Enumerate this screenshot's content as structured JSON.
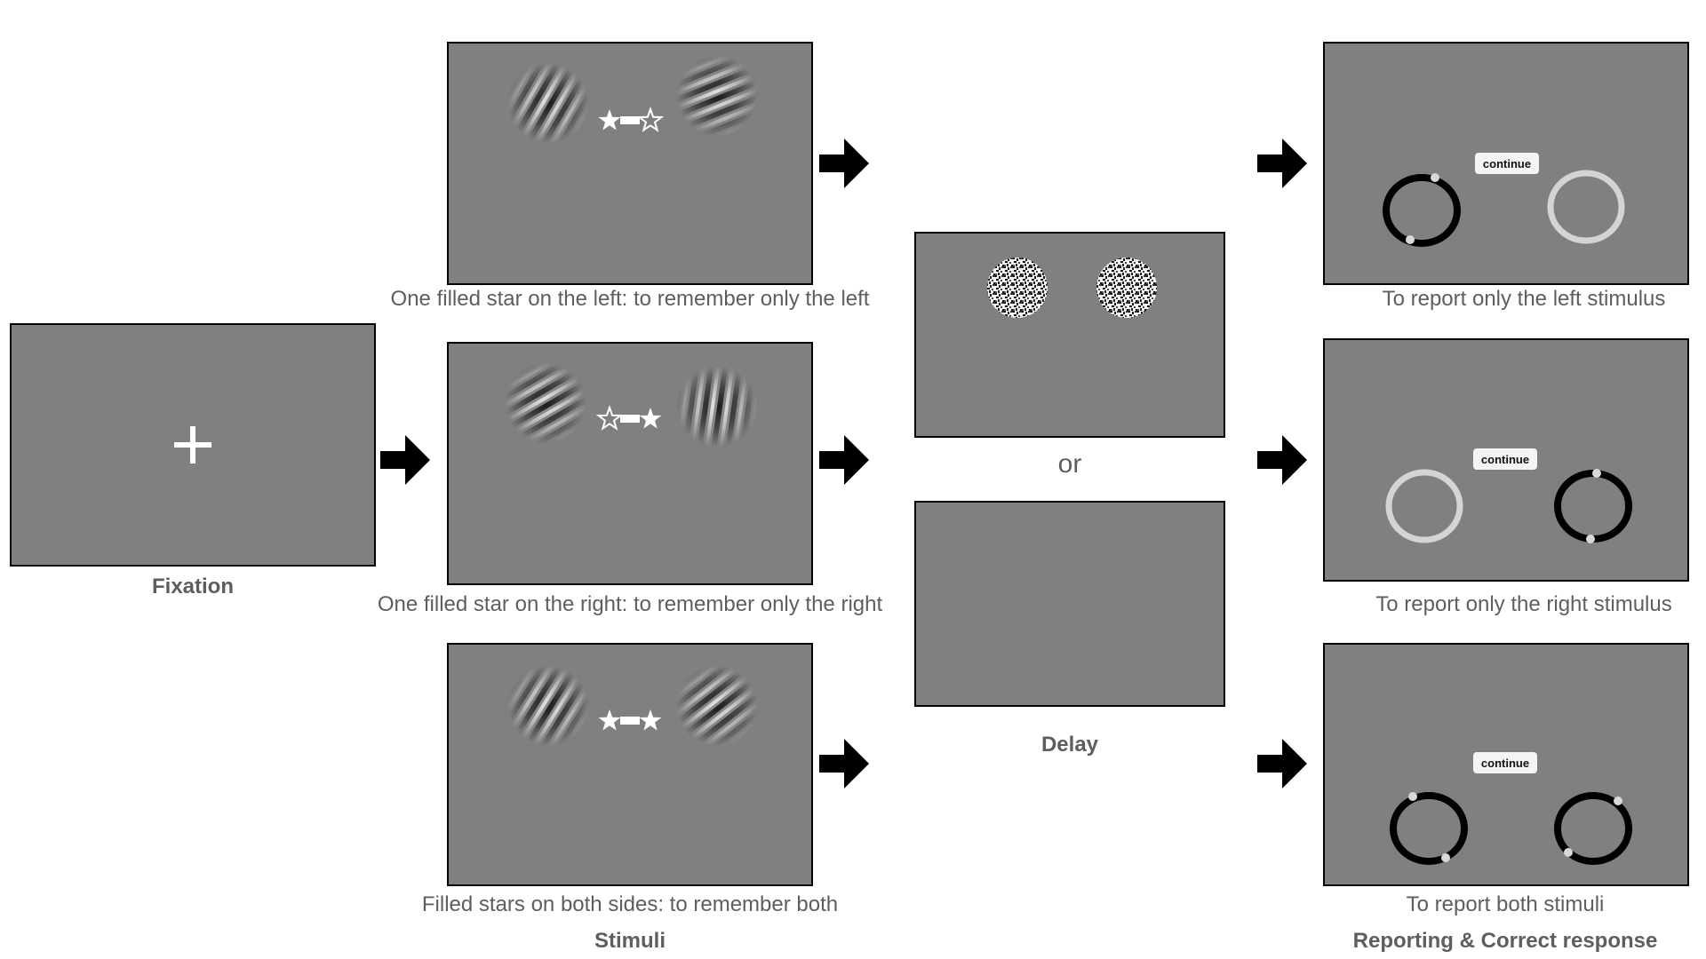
{
  "fixation": {
    "label": "Fixation"
  },
  "stimuli": {
    "label": "Stimuli",
    "captions": [
      "One filled star on the left: to remember only the left",
      "One filled star on the right: to remember only the right",
      "Filled stars on both sides: to remember both"
    ]
  },
  "delay": {
    "label": "Delay",
    "or_text": "or"
  },
  "report": {
    "label": "Reporting & Correct response",
    "button_label": "continue",
    "captions": [
      "To report only the left stimulus",
      "To report only the right stimulus",
      "To report both stimuli"
    ]
  },
  "colors": {
    "screen": "#808080",
    "active_ring": "#000000",
    "inactive_ring": "#d4d4d4",
    "caption": "#5e5e5e"
  }
}
